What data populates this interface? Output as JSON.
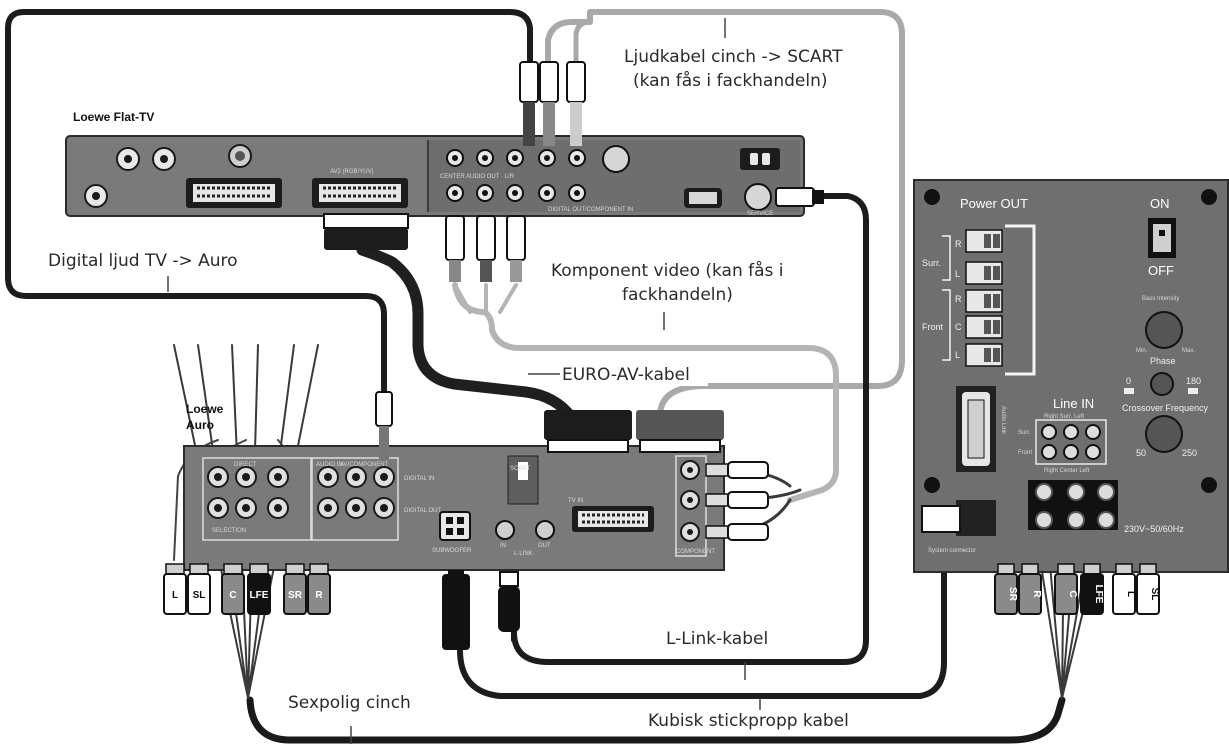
{
  "callouts": {
    "audio_cinch_scart_1": "Ljudkabel cinch -> SCART",
    "audio_cinch_scart_2": "(kan fås i fackhandeln)",
    "digital_audio": "Digital ljud TV -> Auro",
    "component_video_1": "Komponent video (kan fås i",
    "component_video_2": "fackhandeln)",
    "euro_av": "EURO-AV-kabel",
    "llink": "L-Link-kabel",
    "sexpolig": "Sexpolig cinch",
    "kubisk": "Kubisk stickpropp kabel"
  },
  "devices": {
    "tv": {
      "name": "Loewe Flat-TV",
      "labels": {
        "av_scart": "AV2 (RGB/YUV)",
        "center_audio": "CENTER AUDIO OUT · L/R",
        "digital_component": "DIGITAL OUT/COMPONENT IN",
        "service": "SERVICE"
      }
    },
    "auro": {
      "name_line1": "Loewe",
      "name_line2": "Auro",
      "labels": {
        "direct": "DIRECT",
        "audio_in": "AUDIO IN",
        "av_component": "AV/COMPONENT",
        "selection": "SELECTION",
        "digital_in": "DIGITAL IN",
        "digital_out": "DIGITAL OUT",
        "scart": "SCART",
        "tv_in": "TV IN",
        "subwoofer": "SUBWOOFER",
        "llink": "L-LINK",
        "in": "IN",
        "out": "OUT",
        "component": "COMPONENT"
      }
    },
    "subwoofer": {
      "power_out": "Power OUT",
      "on": "ON",
      "off": "OFF",
      "surr": "Surr.",
      "front": "Front",
      "r": "R",
      "c": "C",
      "l": "L",
      "bass_intensity": "Bass Intensity",
      "min": "Min.",
      "max": "Max.",
      "phase": "Phase",
      "phase_0": "0",
      "phase_180": "180",
      "line_in": "Line IN",
      "line_in_top": "Right Surr. Left",
      "line_in_bottom": "Right Center Left",
      "line_surr": "Surr.",
      "line_front": "Front",
      "audio_link": "Audio Link",
      "crossover": "Crossover Frequency",
      "freq_min": "50",
      "freq_max": "250",
      "voltage": "230V~50/60Hz",
      "system_connector": "System connector"
    }
  },
  "plugs": {
    "auro_out": [
      "L",
      "SL",
      "C",
      "LFE",
      "SR",
      "R"
    ],
    "sub_in": [
      "SR",
      "R",
      "C",
      "LFE",
      "L",
      "SL"
    ]
  }
}
